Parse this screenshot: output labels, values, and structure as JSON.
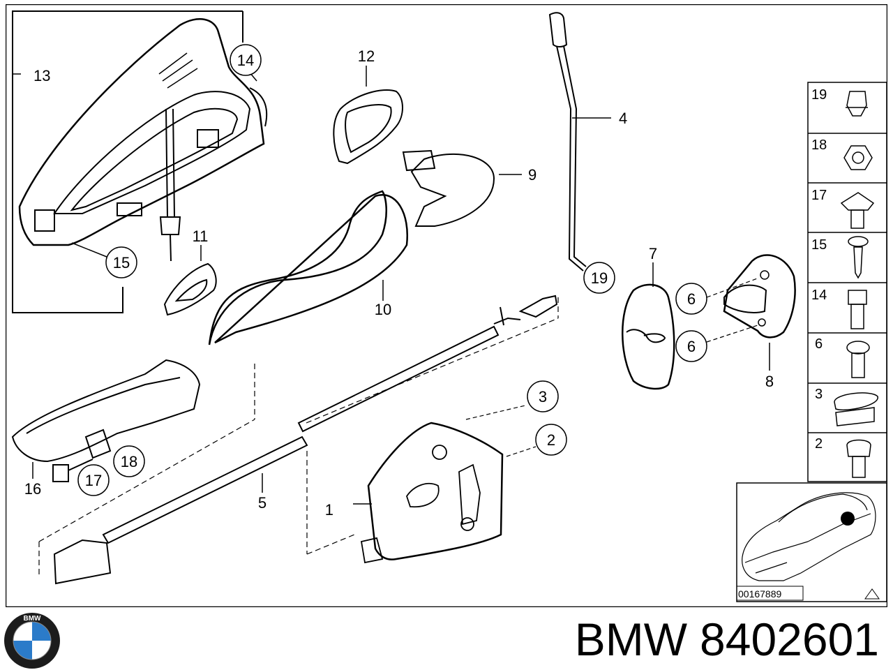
{
  "diagram": {
    "callouts": {
      "c1": "1",
      "c2": "2",
      "c3": "3",
      "c4": "4",
      "c5": "5",
      "c6a": "6",
      "c6b": "6",
      "c7": "7",
      "c8": "8",
      "c9": "9",
      "c10": "10",
      "c11": "11",
      "c12": "12",
      "c13": "13",
      "c14": "14",
      "c15": "15",
      "c16": "16",
      "c17": "17",
      "c18": "18",
      "c19": "19"
    },
    "legend": [
      "19",
      "18",
      "17",
      "15",
      "14",
      "6",
      "3",
      "2"
    ],
    "diagram_number": "00167889"
  },
  "brand": {
    "logo_letters": "BMW",
    "name": "BMW",
    "part_number": "8402601"
  }
}
